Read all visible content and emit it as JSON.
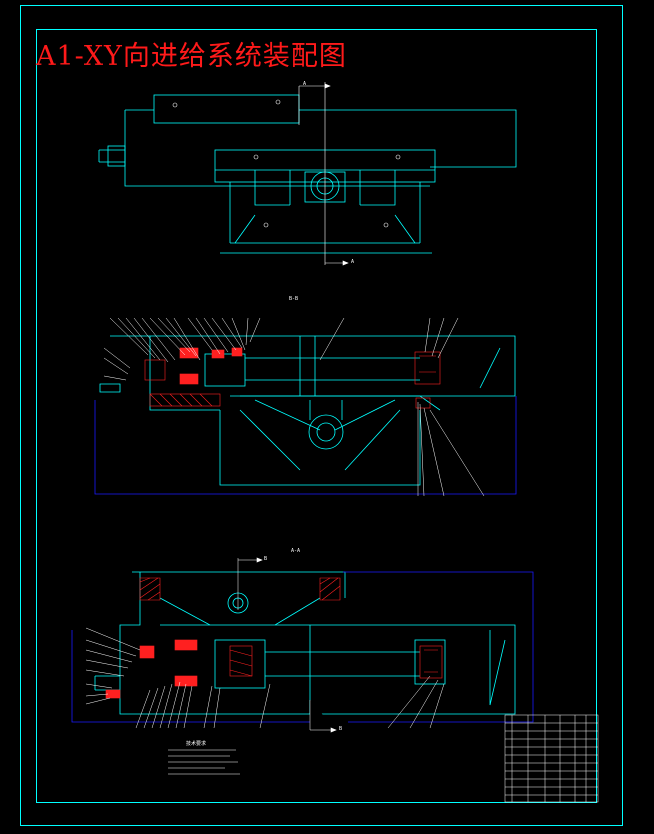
{
  "drawing": {
    "title": "A1-XY向进给系统装配图",
    "section_top": "B-B",
    "section_bottom": "A-A",
    "marker_a": "A",
    "marker_b": "B",
    "tech_req_heading": "技术要求"
  },
  "colors": {
    "background": "#000000",
    "outline": "#00ffff",
    "cut_section": "#ff2020",
    "dimension": "#1a1aff",
    "annotation": "#ffffff",
    "title": "#ff1a1a"
  }
}
